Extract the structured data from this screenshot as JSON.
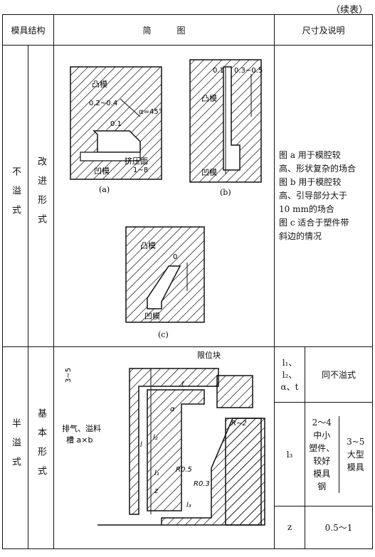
{
  "continued_note": "（续表）",
  "header": {
    "col1": "模具结构",
    "col2": "简　　　图",
    "col3": "尺寸及说明"
  },
  "section1": {
    "type": "不溢式",
    "subtype": "改进形式",
    "description_lines": [
      "图 a 用于模腔较",
      "高、形状复杂的场合",
      "图 b 用于模腔较",
      "高、引导部分大于",
      "10 mm的场合",
      "图 c 适合于塑件带",
      "斜边的情况"
    ],
    "fig_a": {
      "caption": "(a)",
      "punch": "凸模",
      "die": "凹模",
      "dim1": "0.2~0.4",
      "dim2": "0.1",
      "angle": "α=45°",
      "squeeze": "挤压面",
      "squeeze_dim": "1~8"
    },
    "fig_b": {
      "caption": "(b)",
      "punch": "凸模",
      "die": "凹模",
      "dim1": "0.1",
      "dim2": "0.3~0.5"
    },
    "fig_c": {
      "caption": "(c)",
      "punch": "凸模",
      "die": "凹模",
      "dim1": "0"
    }
  },
  "section2": {
    "type": "半溢式",
    "subtype": "基本形式",
    "figure": {
      "stop_block": "限位块",
      "vent": "排气、溢料",
      "vent2": "槽 a×b",
      "dim_35": "3~5",
      "t": "t",
      "alpha": "α",
      "l": "l",
      "l1": "l₁",
      "l2": "l₂",
      "l3": "l₃",
      "z": "z",
      "r05": "R0.5",
      "r2": "R~2",
      "r03": "R0.3"
    },
    "rows": [
      {
        "param": [
          "l₁、",
          "l₂、",
          "α、t"
        ],
        "value": "同不溢式"
      },
      {
        "param": [
          "l₃"
        ],
        "left": [
          "2～4",
          "中小",
          "塑件、",
          "较好",
          "模具",
          "钢"
        ],
        "right": [
          "3~5",
          "大型",
          "模具"
        ]
      },
      {
        "param": [
          "z"
        ],
        "value": "0.5～1"
      }
    ]
  }
}
